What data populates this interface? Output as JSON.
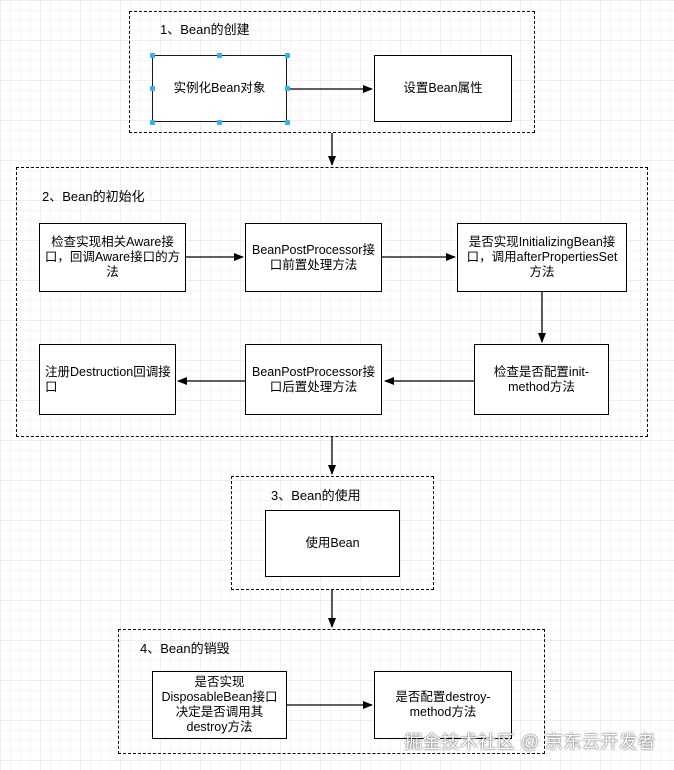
{
  "groups": {
    "creation": {
      "title": "1、Bean的创建",
      "nodes": [
        "实例化Bean对象",
        "设置Bean属性"
      ]
    },
    "initialization": {
      "title": "2、Bean的初始化",
      "nodes": [
        "检查实现相关Aware接口，回调Aware接口的方法",
        "BeanPostProcessor接口前置处理方法",
        "是否实现InitializingBean接口，调用afterPropertiesSet方法",
        "检查是否配置init-method方法",
        "BeanPostProcessor接口后置处理方法",
        "注册Destruction回调接口"
      ]
    },
    "usage": {
      "title": "3、Bean的使用",
      "nodes": [
        "使用Bean"
      ]
    },
    "destruction": {
      "title": "4、Bean的销毁",
      "nodes": [
        "是否实现DisposableBean接口决定是否调用其destroy方法",
        "是否配置destroy-method方法"
      ]
    }
  },
  "watermark": "掘金技术社区 @ 京东云开发者",
  "colors": {
    "stroke": "#000000",
    "selection_handle": "#29b6f2",
    "grid": "#eeeeee"
  }
}
